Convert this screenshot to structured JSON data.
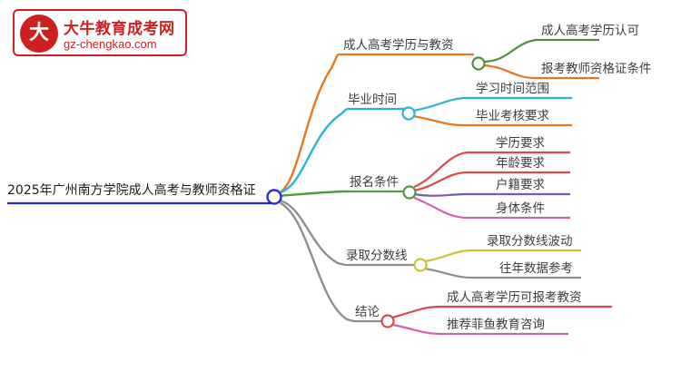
{
  "logo": {
    "mark_text": "大牛",
    "title": "大牛教育成考网",
    "subtitle": "gz-chengkao.com",
    "brand_color": "#cf2020"
  },
  "mindmap": {
    "root": {
      "label": "2025年广州南方学院成人高考与教师资格证",
      "underline_color": "#2a2ad6"
    },
    "branches": [
      {
        "label": "成人高考学历与教资",
        "color": "#e8761c",
        "children": [
          {
            "label": "成人高考学历认可",
            "color": "#4f8f3f"
          },
          {
            "label": "报考教师资格证条件",
            "color": "#e8761c"
          }
        ]
      },
      {
        "label": "毕业时间",
        "color": "#2bb3d6",
        "children": [
          {
            "label": "学习时间范围",
            "color": "#2bb3d6"
          },
          {
            "label": "毕业考核要求",
            "color": "#e8761c"
          }
        ]
      },
      {
        "label": "报名条件",
        "color": "#4f9c3f",
        "children": [
          {
            "label": "学历要求",
            "color": "#d94a4a"
          },
          {
            "label": "年龄要求",
            "color": "#d94a4a"
          },
          {
            "label": "户籍要求",
            "color": "#7b57b8"
          },
          {
            "label": "身体条件",
            "color": "#d45fb0"
          }
        ]
      },
      {
        "label": "录取分数线",
        "color": "#8f8f8f",
        "children": [
          {
            "label": "录取分数线波动",
            "color": "#c9c43a"
          },
          {
            "label": "往年数据参考",
            "color": "#8f8f8f"
          }
        ]
      },
      {
        "label": "结论",
        "color": "#8f8f8f",
        "children": [
          {
            "label": "成人高考学历可报考教资",
            "color": "#d94a4a"
          },
          {
            "label": "推荐菲鱼教育咨询",
            "color": "#d45fb0"
          }
        ]
      }
    ]
  }
}
